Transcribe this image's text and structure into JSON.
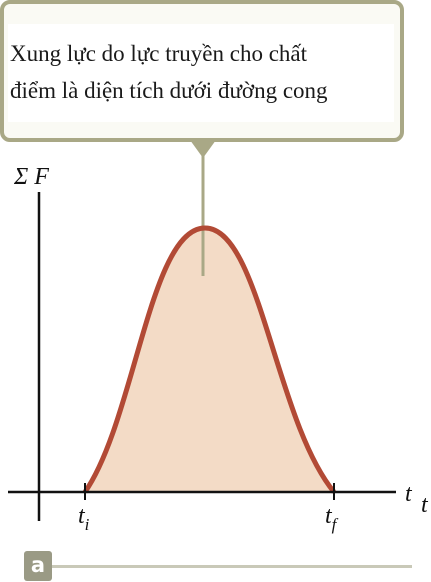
{
  "callout": {
    "text_line1": "Xung lực do lực truyền cho chất",
    "text_line2": "điểm là diện tích dưới đường cong"
  },
  "axes": {
    "y_label": "Σ F",
    "x_label": "t",
    "x_label_extra": "t",
    "ti_base": "t",
    "ti_sub": "i",
    "tf_base": "t",
    "tf_sub": "f"
  },
  "panel": {
    "label": "a"
  },
  "colors": {
    "curve": "#b24a35",
    "fill": "#f3dbc6",
    "callout_border": "#a9a886",
    "pointer": "#a9a886",
    "badge": "#9a9a85"
  }
}
